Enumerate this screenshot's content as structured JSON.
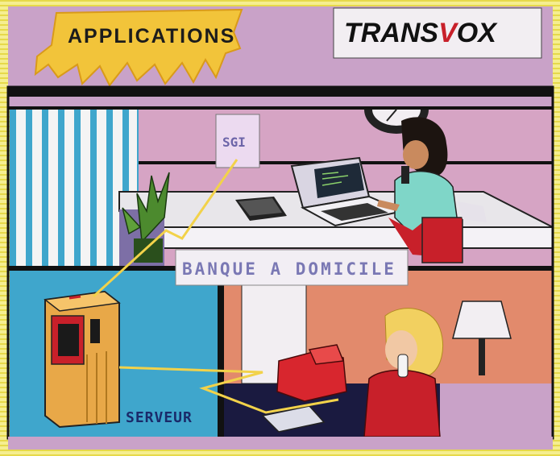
{
  "header": {
    "applications_label": "APPLICATIONS",
    "brand_prefix": "TRANS",
    "brand_suffix": "OX",
    "brand_mark": "V"
  },
  "scene": {
    "office_sign": "SGI",
    "home_banking_label": "BANQUE A DOMICILE",
    "server_label": "SERVEUR"
  },
  "colors": {
    "background_stripe": "#f4ec8a",
    "sky_purple": "#c9a2c8",
    "wall_pink": "#d8a4c4",
    "wall_blue": "#3fa6cc",
    "salmon": "#e28a6c",
    "server_orange": "#e8a848",
    "accent_red": "#c8202a",
    "cable_yellow": "#f2d24a"
  }
}
